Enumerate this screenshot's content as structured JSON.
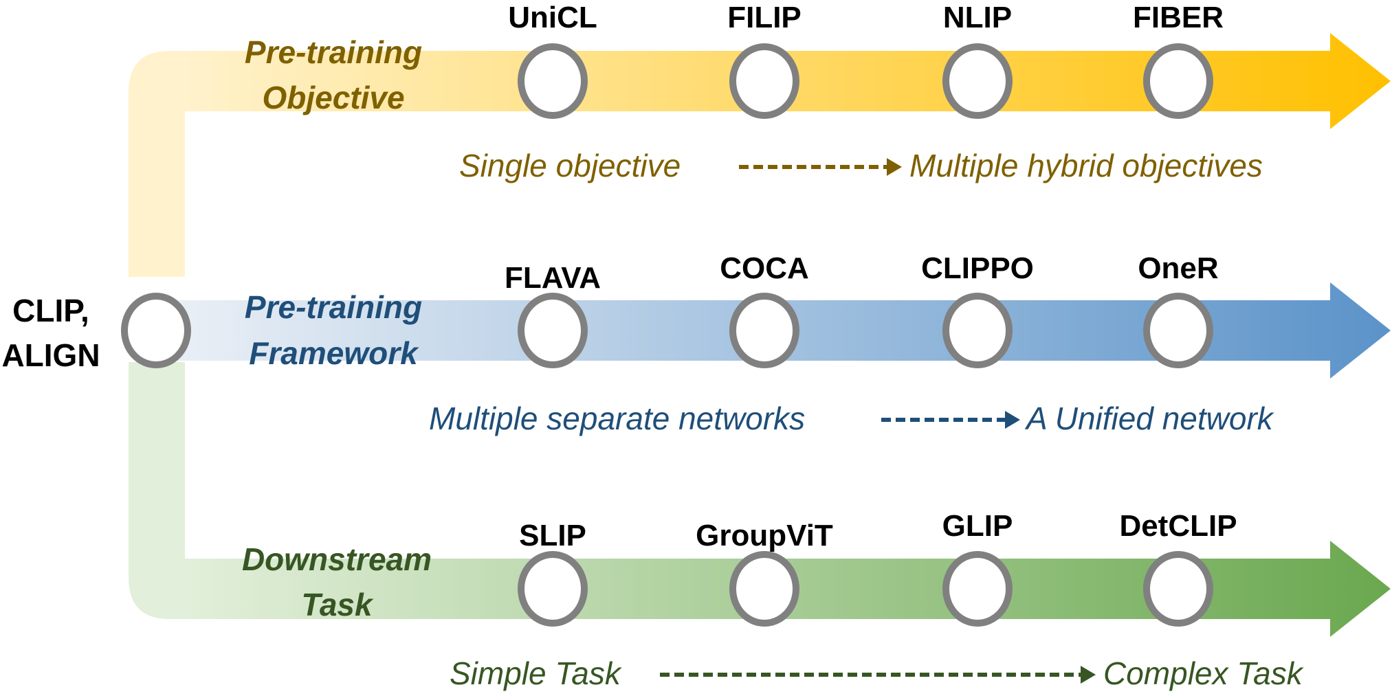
{
  "figure": {
    "origin": {
      "lines": [
        "CLIP,",
        "ALIGN"
      ]
    },
    "tracks": [
      {
        "id": "objective",
        "section_lines": [
          "Pre-training",
          "Objective"
        ],
        "label_color": "#7f6000",
        "gradient": [
          "#fff2cc",
          "#ffc000"
        ],
        "models": [
          "UniCL",
          "FILIP",
          "NLIP",
          "FIBER"
        ],
        "caption_from": "Single objective",
        "caption_to": "Multiple hybrid objectives",
        "caption_color": "#7f6000"
      },
      {
        "id": "framework",
        "section_lines": [
          "Pre-training",
          "Framework"
        ],
        "label_color": "#1f4e79",
        "gradient": [
          "#eef2f7",
          "#5b93c9"
        ],
        "models": [
          "FLAVA",
          "COCA",
          "CLIPPO",
          "OneR"
        ],
        "caption_from": "Multiple separate networks",
        "caption_to": "A Unified network",
        "caption_color": "#1f4e79"
      },
      {
        "id": "downstream",
        "section_lines": [
          "Downstream",
          "Task"
        ],
        "label_color": "#375623",
        "gradient": [
          "#e2efda",
          "#6aa84f"
        ],
        "models": [
          "SLIP",
          "GroupViT",
          "GLIP",
          "DetCLIP"
        ],
        "caption_from": "Simple Task",
        "caption_to": "Complex Task",
        "caption_color": "#375623"
      }
    ],
    "node_stroke_color": "#808080",
    "node_fill_color": "#ffffff"
  }
}
